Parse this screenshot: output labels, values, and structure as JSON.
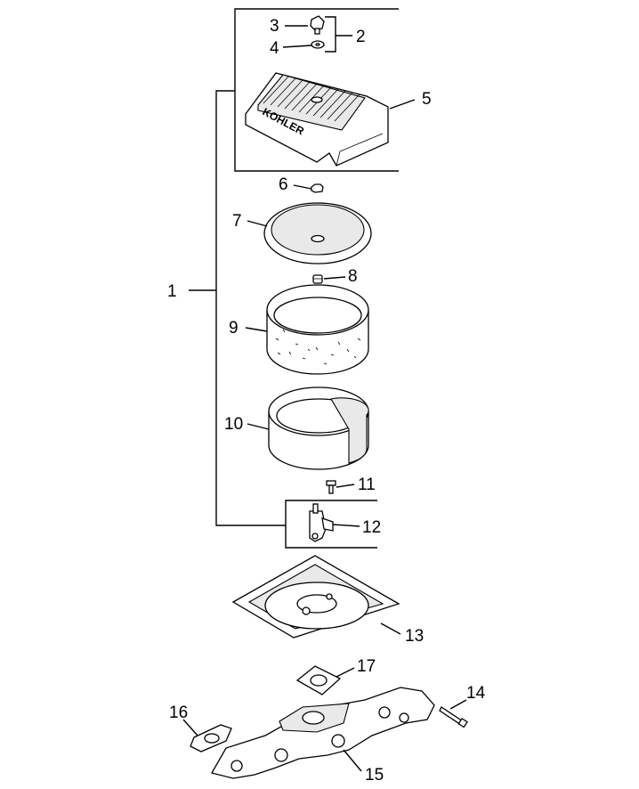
{
  "diagram": {
    "callouts": [
      "1",
      "2",
      "3",
      "4",
      "5",
      "6",
      "7",
      "8",
      "9",
      "10",
      "11",
      "12",
      "13",
      "14",
      "15",
      "16",
      "17"
    ],
    "cover_logo": "KOHLER"
  }
}
